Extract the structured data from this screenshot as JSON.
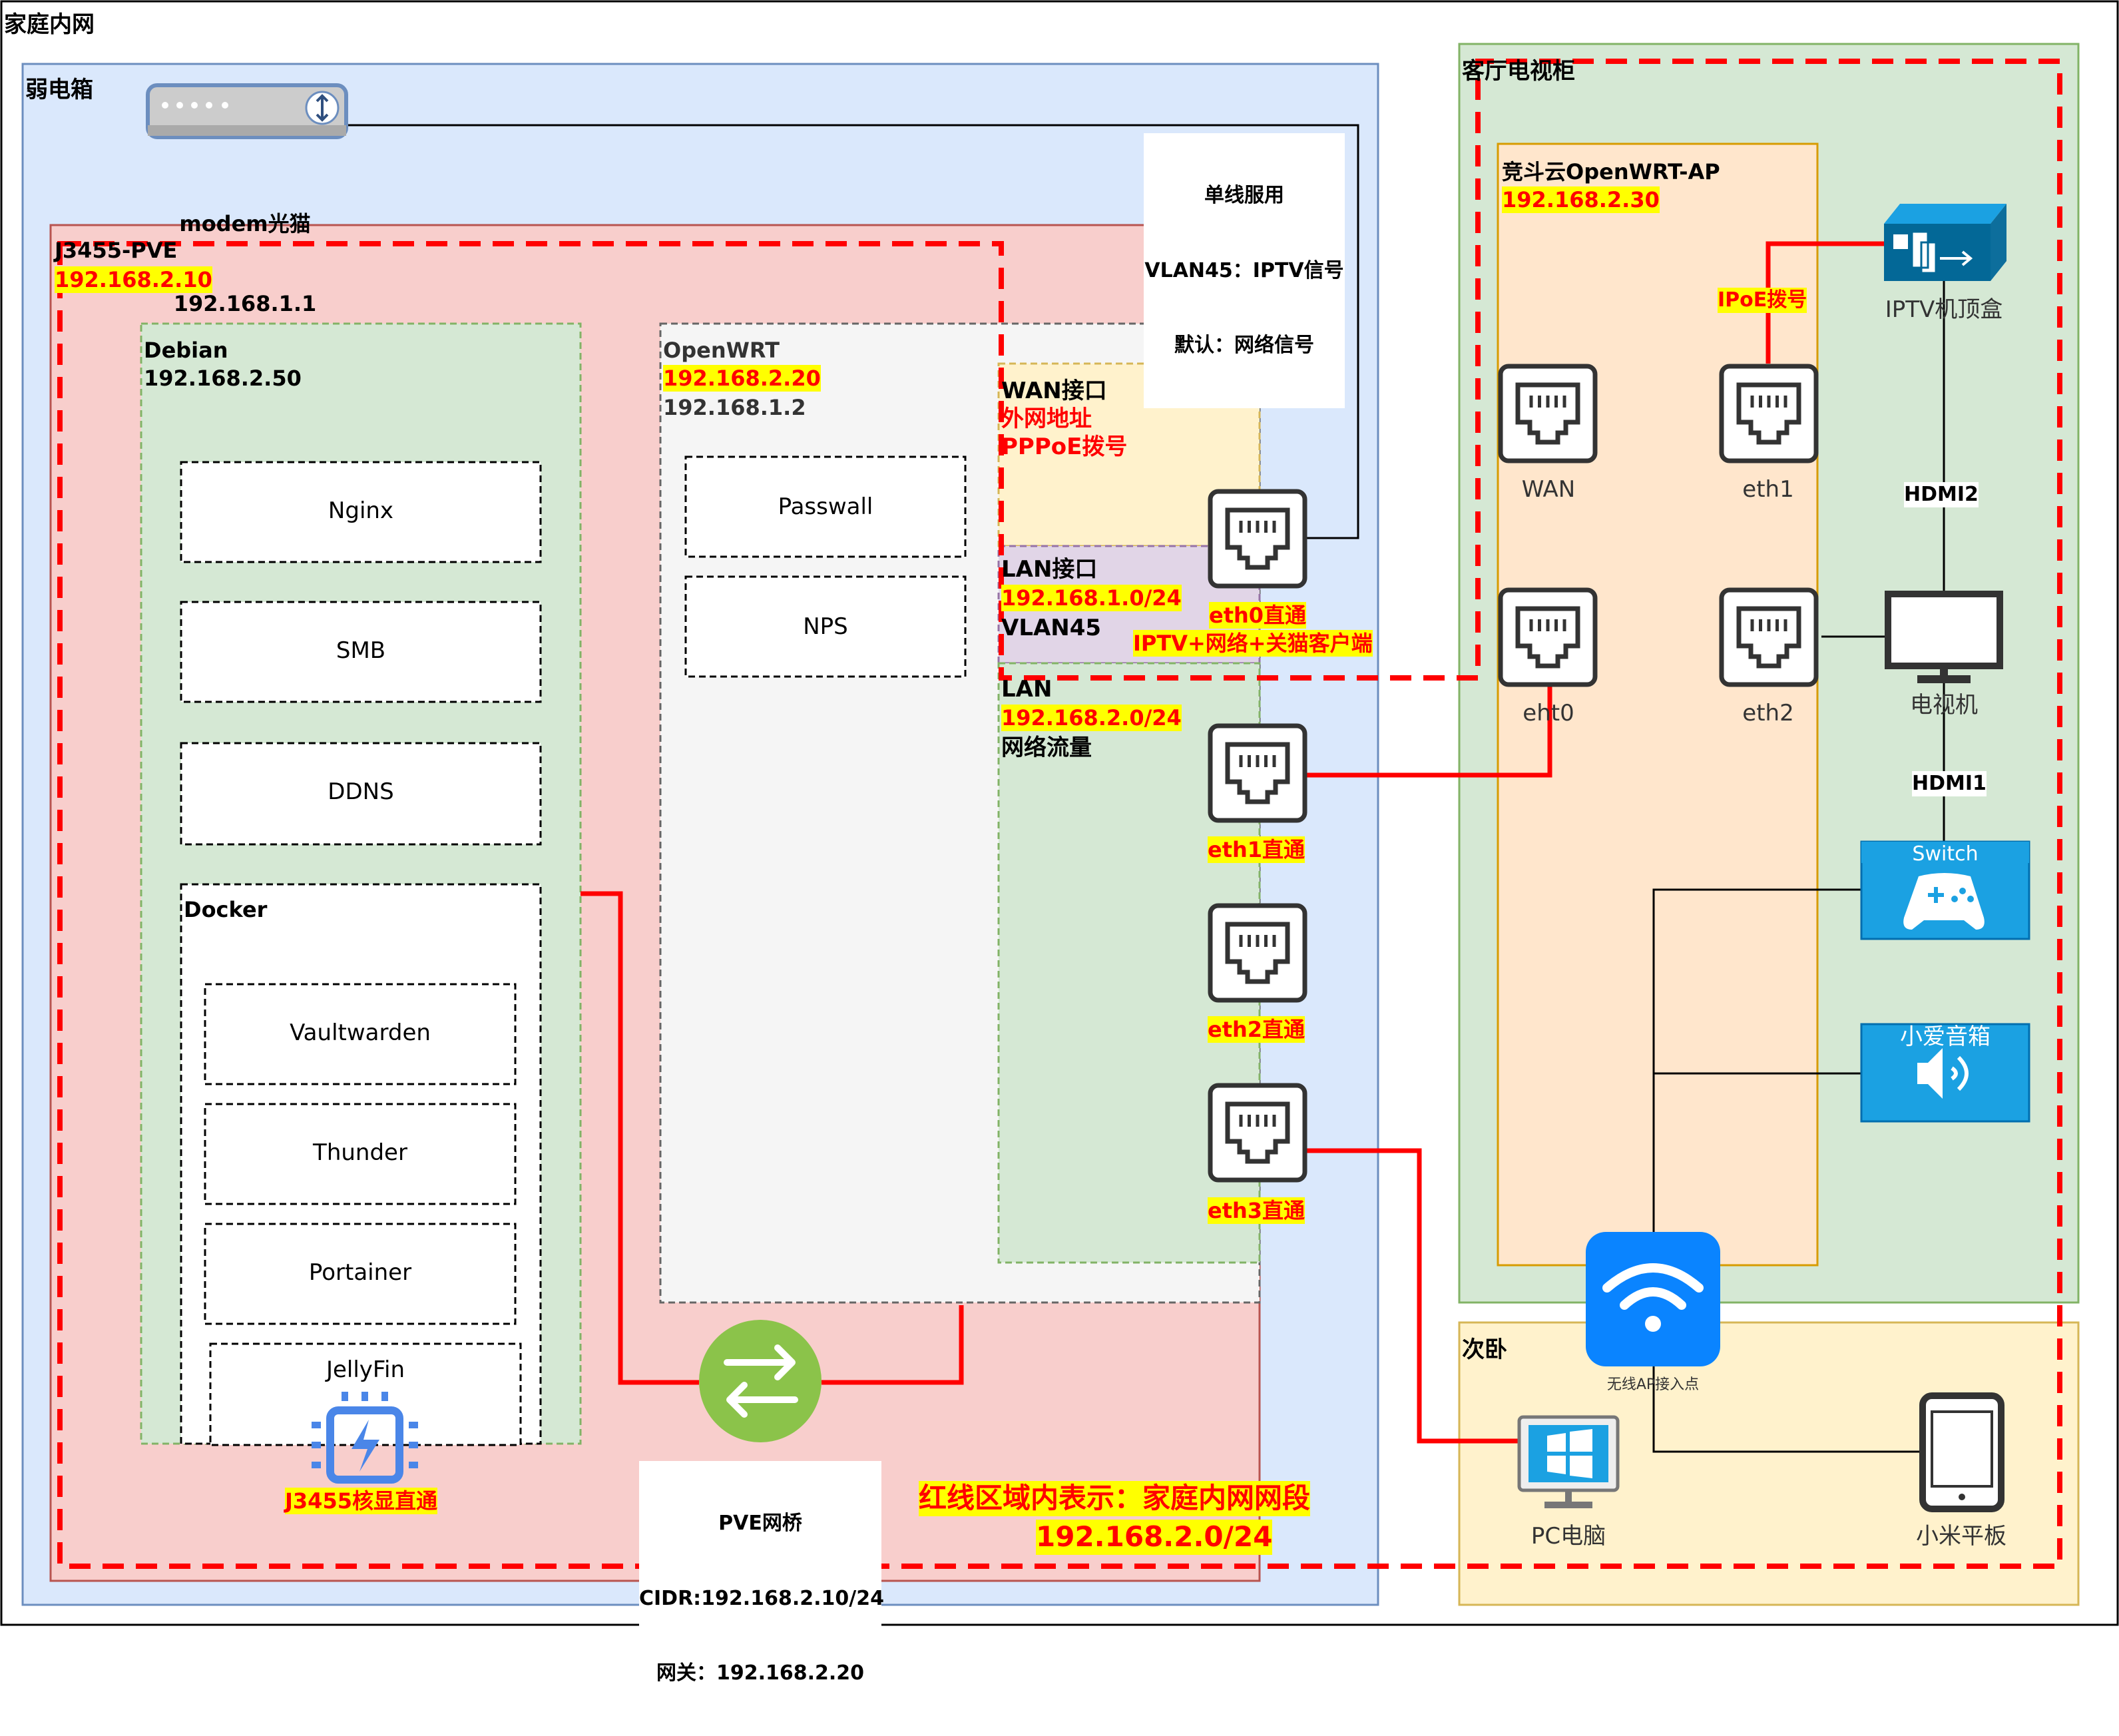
{
  "diagram": {
    "title": "家庭内网",
    "colors": {
      "line": "#000000",
      "red": "#ff0000",
      "highlight": "#ffff00",
      "blue_icon": "#1ba1e2"
    },
    "weak_box": {
      "title": "弱电箱",
      "modem": {
        "name": "modem光猫",
        "ip": "192.168.1.1"
      },
      "uplink_label": {
        "l1": "单线服用",
        "l2": "VLAN45：IPTV信号",
        "l3": "默认：网络信号"
      }
    },
    "pve": {
      "title": "J3455-PVE",
      "ip": "192.168.2.10",
      "debian": {
        "title": "Debian",
        "ip": "192.168.2.50",
        "services": [
          "Nginx",
          "SMB",
          "DDNS"
        ],
        "docker": {
          "title": "Docker",
          "apps": [
            "Vaultwarden",
            "Thunder",
            "Portainer",
            "JellyFin"
          ]
        }
      },
      "igpu_label": "J3455核显直通",
      "bridge": {
        "name": "PVE网桥",
        "cidr": "CIDR:192.168.2.10/24",
        "gateway": "网关：192.168.2.20"
      }
    },
    "openwrt": {
      "title": "OpenWRT",
      "ip1": "192.168.2.20",
      "ip2": "192.168.1.2",
      "services": [
        "Passwall",
        "NPS"
      ],
      "wan": {
        "title": "WAN接口",
        "l1": "外网地址",
        "l2": "PPPoE拨号"
      },
      "lan1": {
        "title": "LAN接口",
        "ip": "192.168.1.0/24",
        "vlan": "VLAN45"
      },
      "lan2": {
        "title": "LAN",
        "ip": "192.168.2.0/24",
        "note": "网络流量"
      },
      "ports": {
        "eth0": "eth0直通",
        "eth0_note": "IPTV+网络+关猫客户端",
        "eth1": "eth1直通",
        "eth2": "eth2直通",
        "eth3": "eth3直通"
      }
    },
    "living": {
      "title": "客厅电视柜",
      "ap": {
        "title": "竞斗云OpenWRT-AP",
        "ip": "192.168.2.30",
        "ports": [
          "WAN",
          "eth1",
          "eht0",
          "eth2"
        ]
      },
      "ipoe_label": "IPoE拨号",
      "settop": "IPTV机顶盒",
      "hdmi2": "HDMI2",
      "tv": "电视机",
      "hdmi1": "HDMI1",
      "switch": "Switch",
      "speaker": "小爱音箱"
    },
    "bedroom": {
      "title": "次卧",
      "wifi": "无线AP接入点",
      "pc": "PC电脑",
      "tablet": "小米平板"
    },
    "legend": {
      "l1": "红线区域内表示：家庭内网网段",
      "l2": "192.168.2.0/24"
    }
  }
}
